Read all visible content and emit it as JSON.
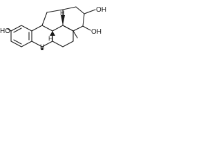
{
  "structure": {
    "labels": {
      "hydroxyl_left": "HO",
      "hydroxyl_top": "OH",
      "hydroxyl_right": "OH",
      "stereo_h_top": "H",
      "stereo_h_mid": "H",
      "stereo_h_bottom": "H"
    }
  }
}
